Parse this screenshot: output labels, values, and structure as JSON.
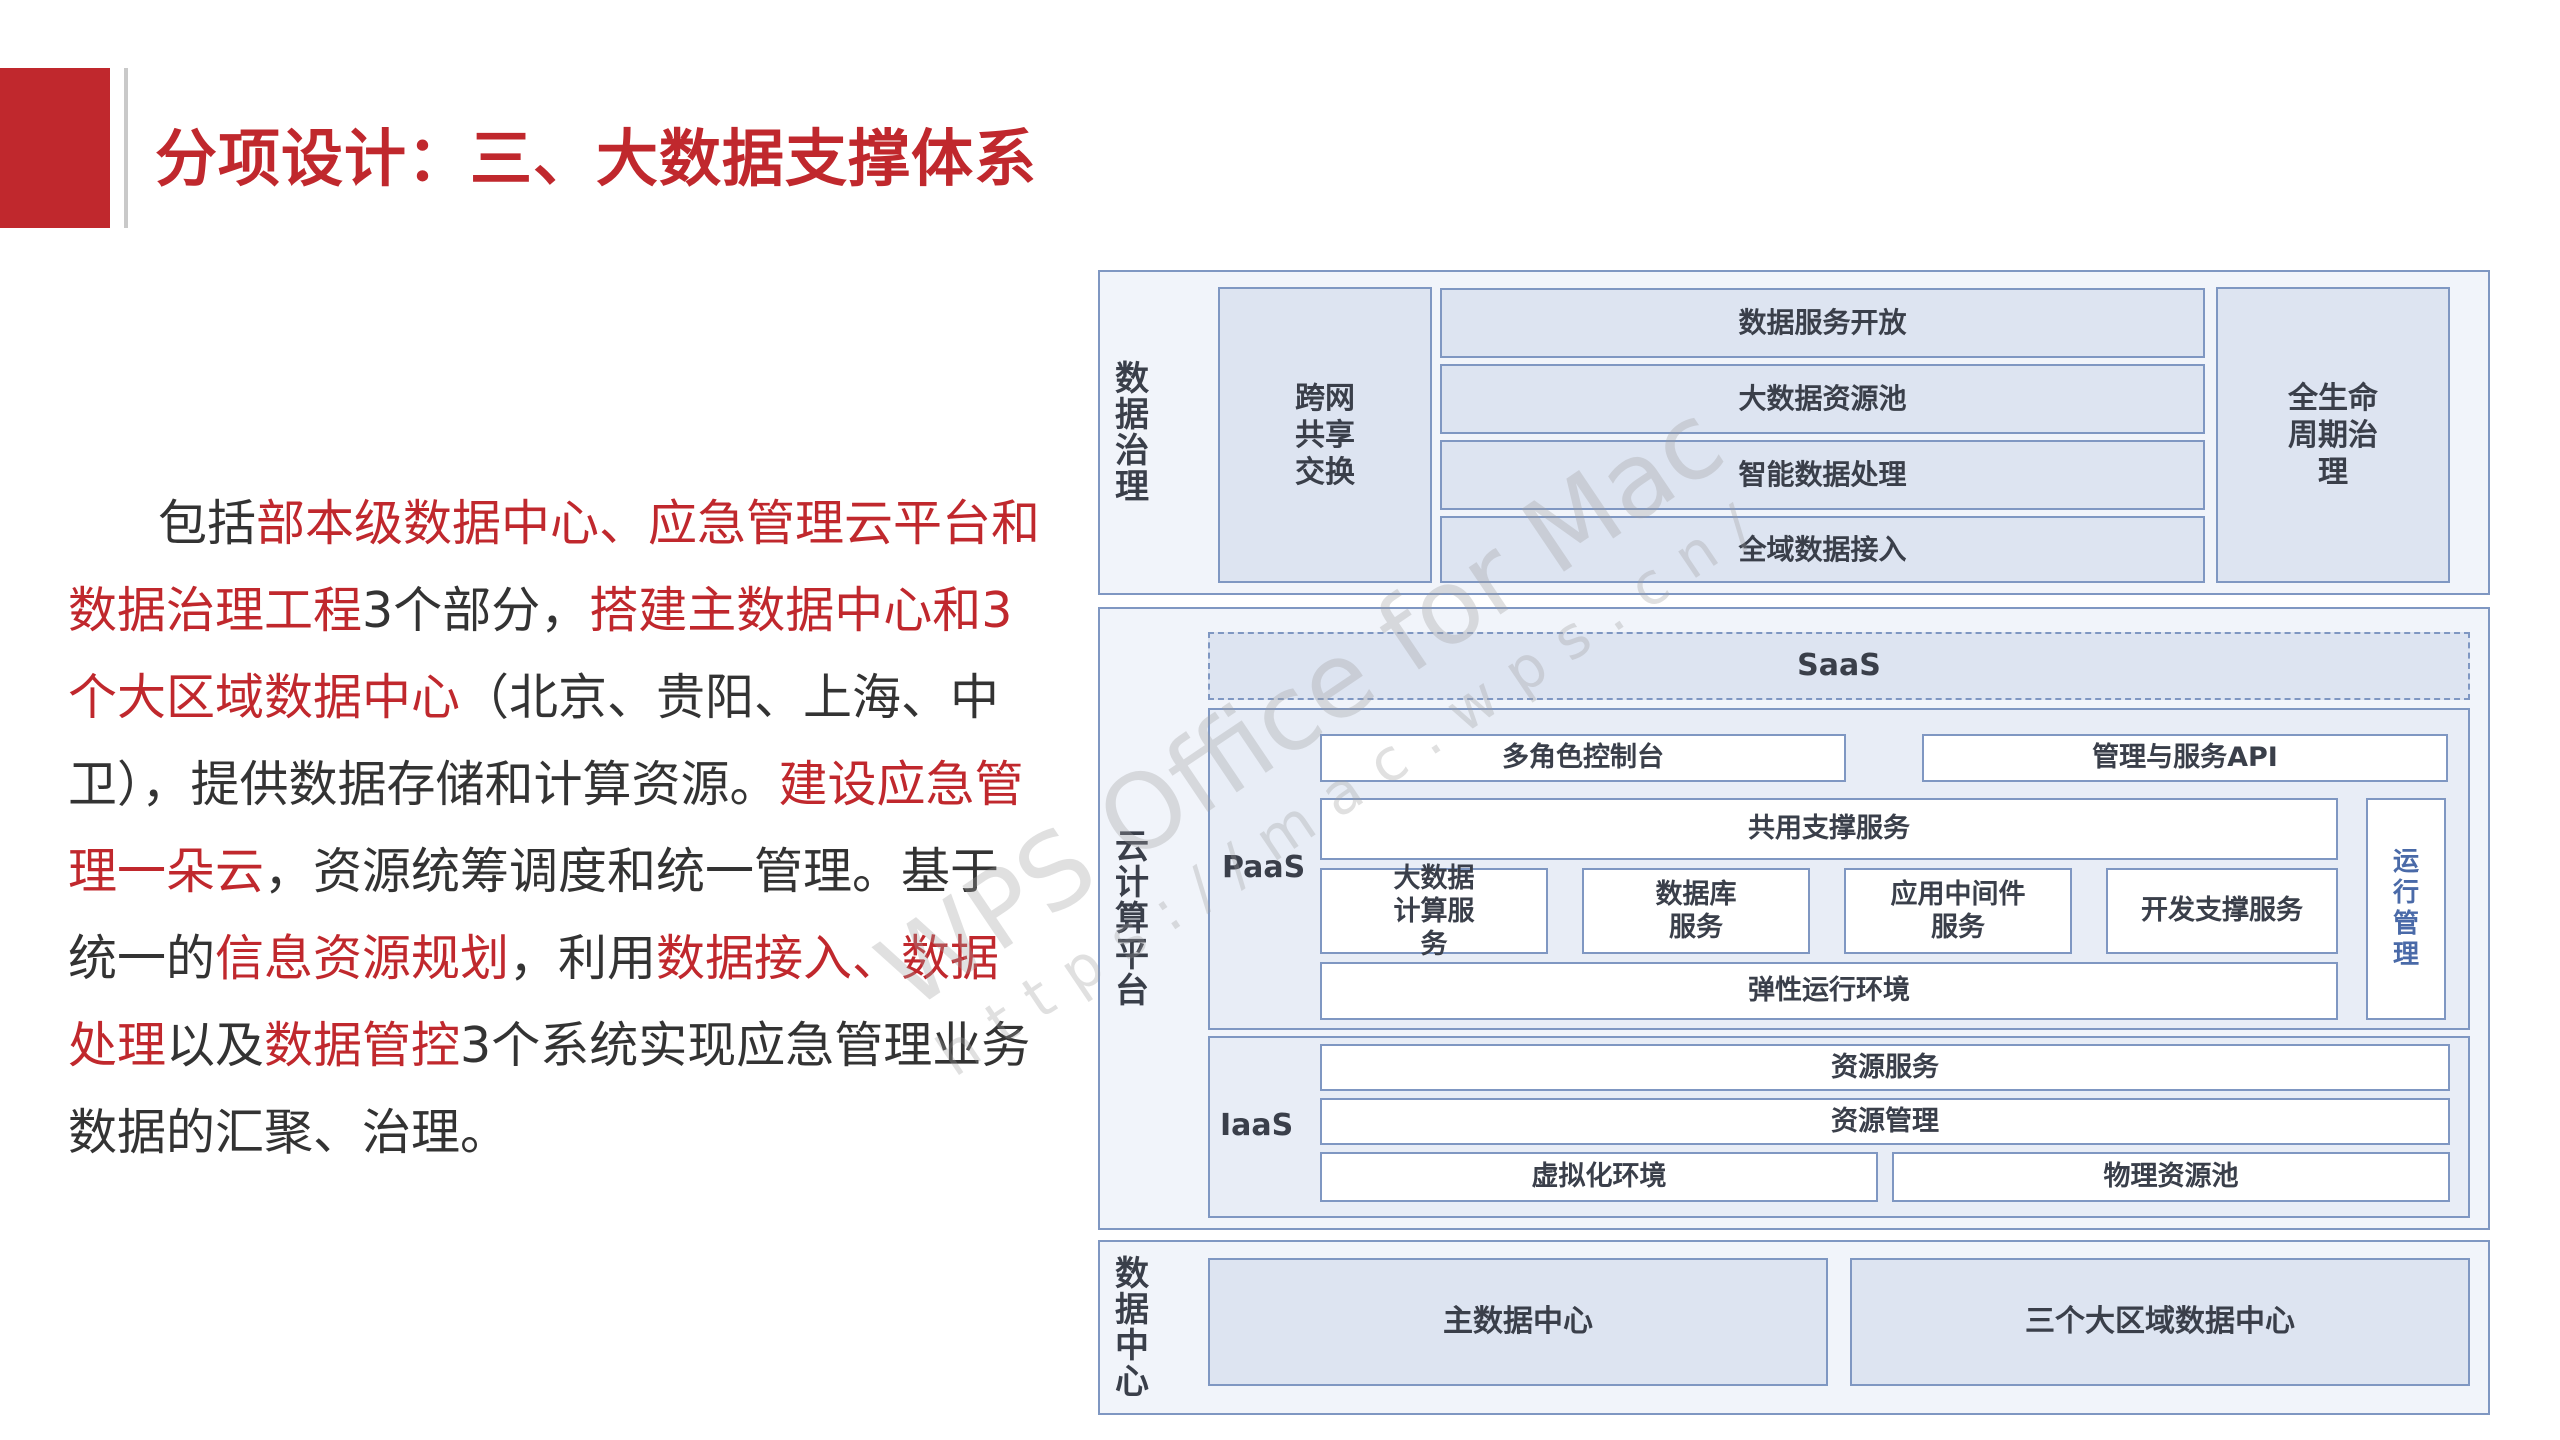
{
  "slide": {
    "title": "分项设计：三、大数据支撑体系"
  },
  "body": {
    "segments": [
      {
        "text": "包括",
        "highlight": false
      },
      {
        "text": "部本级数据中心、应急管理云平台和数据治理工程",
        "highlight": true
      },
      {
        "text": "3个部分，",
        "highlight": false
      },
      {
        "text": "搭建主数据中心和3个大区域数据中心",
        "highlight": true
      },
      {
        "text": "（北京、贵阳、上海、中卫），提供数据存储和计算资源。",
        "highlight": false
      },
      {
        "text": "建设应急管理一朵云",
        "highlight": true
      },
      {
        "text": "，资源统筹调度和统一管理。基于统一的",
        "highlight": false
      },
      {
        "text": "信息资源规划",
        "highlight": true
      },
      {
        "text": "，利用",
        "highlight": false
      },
      {
        "text": "数据接入、数据处理",
        "highlight": true
      },
      {
        "text": "以及",
        "highlight": false
      },
      {
        "text": "数据管控",
        "highlight": true
      },
      {
        "text": "3个系统实现应急管理业务数据的汇聚、治理。",
        "highlight": false
      }
    ]
  },
  "diagram": {
    "governance": {
      "label": "数据治理",
      "left": "跨网共享交换",
      "center": [
        "数据服务开放",
        "大数据资源池",
        "智能数据处理",
        "全域数据接入"
      ],
      "right": "全生命周期治理"
    },
    "cloud": {
      "label": "云计算平台",
      "saas": "SaaS",
      "paas": {
        "label": "PaaS",
        "console": "多角色控制台",
        "api": "管理与服务API",
        "shared": "共用支撑服务",
        "services": [
          "大数据计算服务",
          "数据库服务",
          "应用中间件服务",
          "开发支撑服务"
        ],
        "runtime": "弹性运行环境",
        "ops": "运行管理"
      },
      "iaas": {
        "label": "IaaS",
        "resource_service": "资源服务",
        "resource_mgmt": "资源管理",
        "virtual_env": "虚拟化环境",
        "physical_pool": "物理资源池"
      }
    },
    "datacenter": {
      "label": "数据中心",
      "main": "主数据中心",
      "regional": "三个大区域数据中心"
    }
  },
  "watermark": {
    "line1": "WPS Office for Mac",
    "line2": "https://mac.wps.cn/"
  },
  "colors": {
    "accent": "#c0282d",
    "diagram_border": "#7f97c2",
    "panel_fill": "#f1f4fa",
    "box_tint": "#dde4f1"
  }
}
